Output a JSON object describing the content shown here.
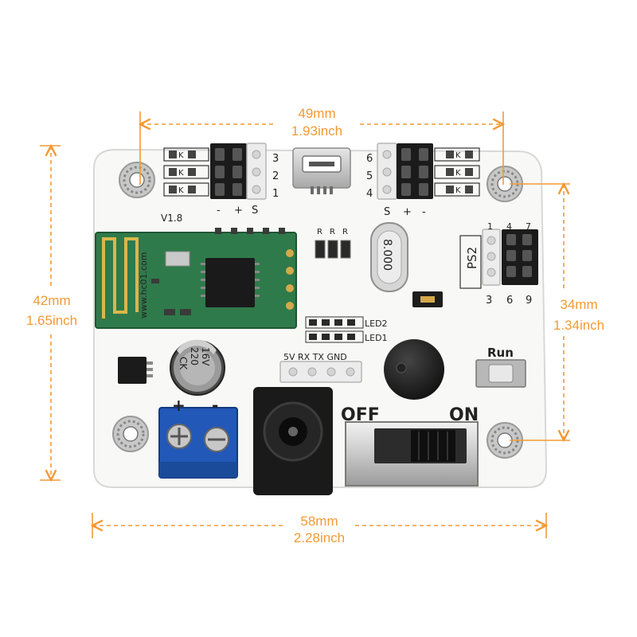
{
  "dimensions": {
    "top": {
      "mm": "49mm",
      "inch": "1.93inch"
    },
    "bottom": {
      "mm": "58mm",
      "inch": "2.28inch"
    },
    "left": {
      "mm": "42mm",
      "inch": "1.65inch"
    },
    "right": {
      "mm": "34mm",
      "inch": "1.34inch"
    },
    "line_color": "#f39a35"
  },
  "board": {
    "version": "V1.8",
    "servo_left_pins": [
      "3",
      "2",
      "1"
    ],
    "servo_right_pins": [
      "6",
      "5",
      "4"
    ],
    "servo_left_polarity": [
      "-",
      "+",
      "S"
    ],
    "servo_right_polarity": [
      "S",
      "+",
      "-"
    ],
    "resistor_labels": [
      "R",
      "R",
      "R"
    ],
    "crystal_text": "8.000",
    "module_text": "www.hc01.com",
    "capacitor_text": [
      "16V",
      "220",
      "CK"
    ],
    "ps2_label": "PS2",
    "ps2_top_pins": [
      "1",
      "4",
      "7"
    ],
    "ps2_bottom_pins": [
      "3",
      "6",
      "9"
    ],
    "uart_label": "5V RX TX GND",
    "led_labels": [
      "LED2",
      "LED1"
    ],
    "run_label": "Run",
    "terminal_plus": "+",
    "terminal_minus": "-",
    "switch_off": "OFF",
    "switch_on": "ON"
  }
}
